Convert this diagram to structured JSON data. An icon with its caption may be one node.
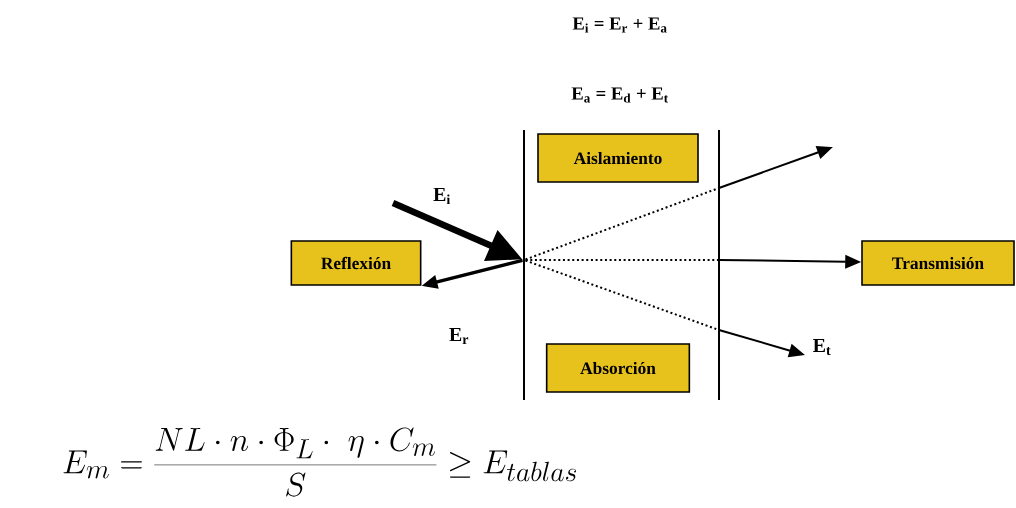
{
  "diagram": {
    "nodes": [
      {
        "text": [
          "Reflexión"
        ]
      },
      {
        "text": [
          "Aislamiento"
        ]
      },
      {
        "text": [
          "Absorción"
        ]
      },
      {
        "text": [
          "Transmisión"
        ]
      },
      {
        "text": [],
        "shape": "dot"
      }
    ],
    "edges": [
      {
        "from": null,
        "to": 4,
        "arrow": "to",
        "style": "thick",
        "label": "E$_{i}$"
      },
      {
        "from": 4,
        "to": 0,
        "arrow": "to",
        "label": "E$_{r}$"
      },
      {
        "from": 4,
        "to": null,
        "arrow": "to",
        "style": "dashed"
      },
      {
        "from": 4,
        "to": 3,
        "arrow": "to",
        "style": "dashed"
      },
      {
        "from": 4,
        "to": null,
        "arrow": "to",
        "style": "dashed",
        "label": "E$_{t}$"
      }
    ],
    "labels": [
      "E$_{i}$ = E$_{r}$ + E$_{a}$",
      "E$_{a}$ = E$_{d}$ + E$_{t}$",
      "E_m = \\frac{NL\\cdot n\\cdot\\Phi_L\\cdot\\ \\eta\\cdot C_m}{S} \\ge E_{tablas}"
    ]
  }
}
